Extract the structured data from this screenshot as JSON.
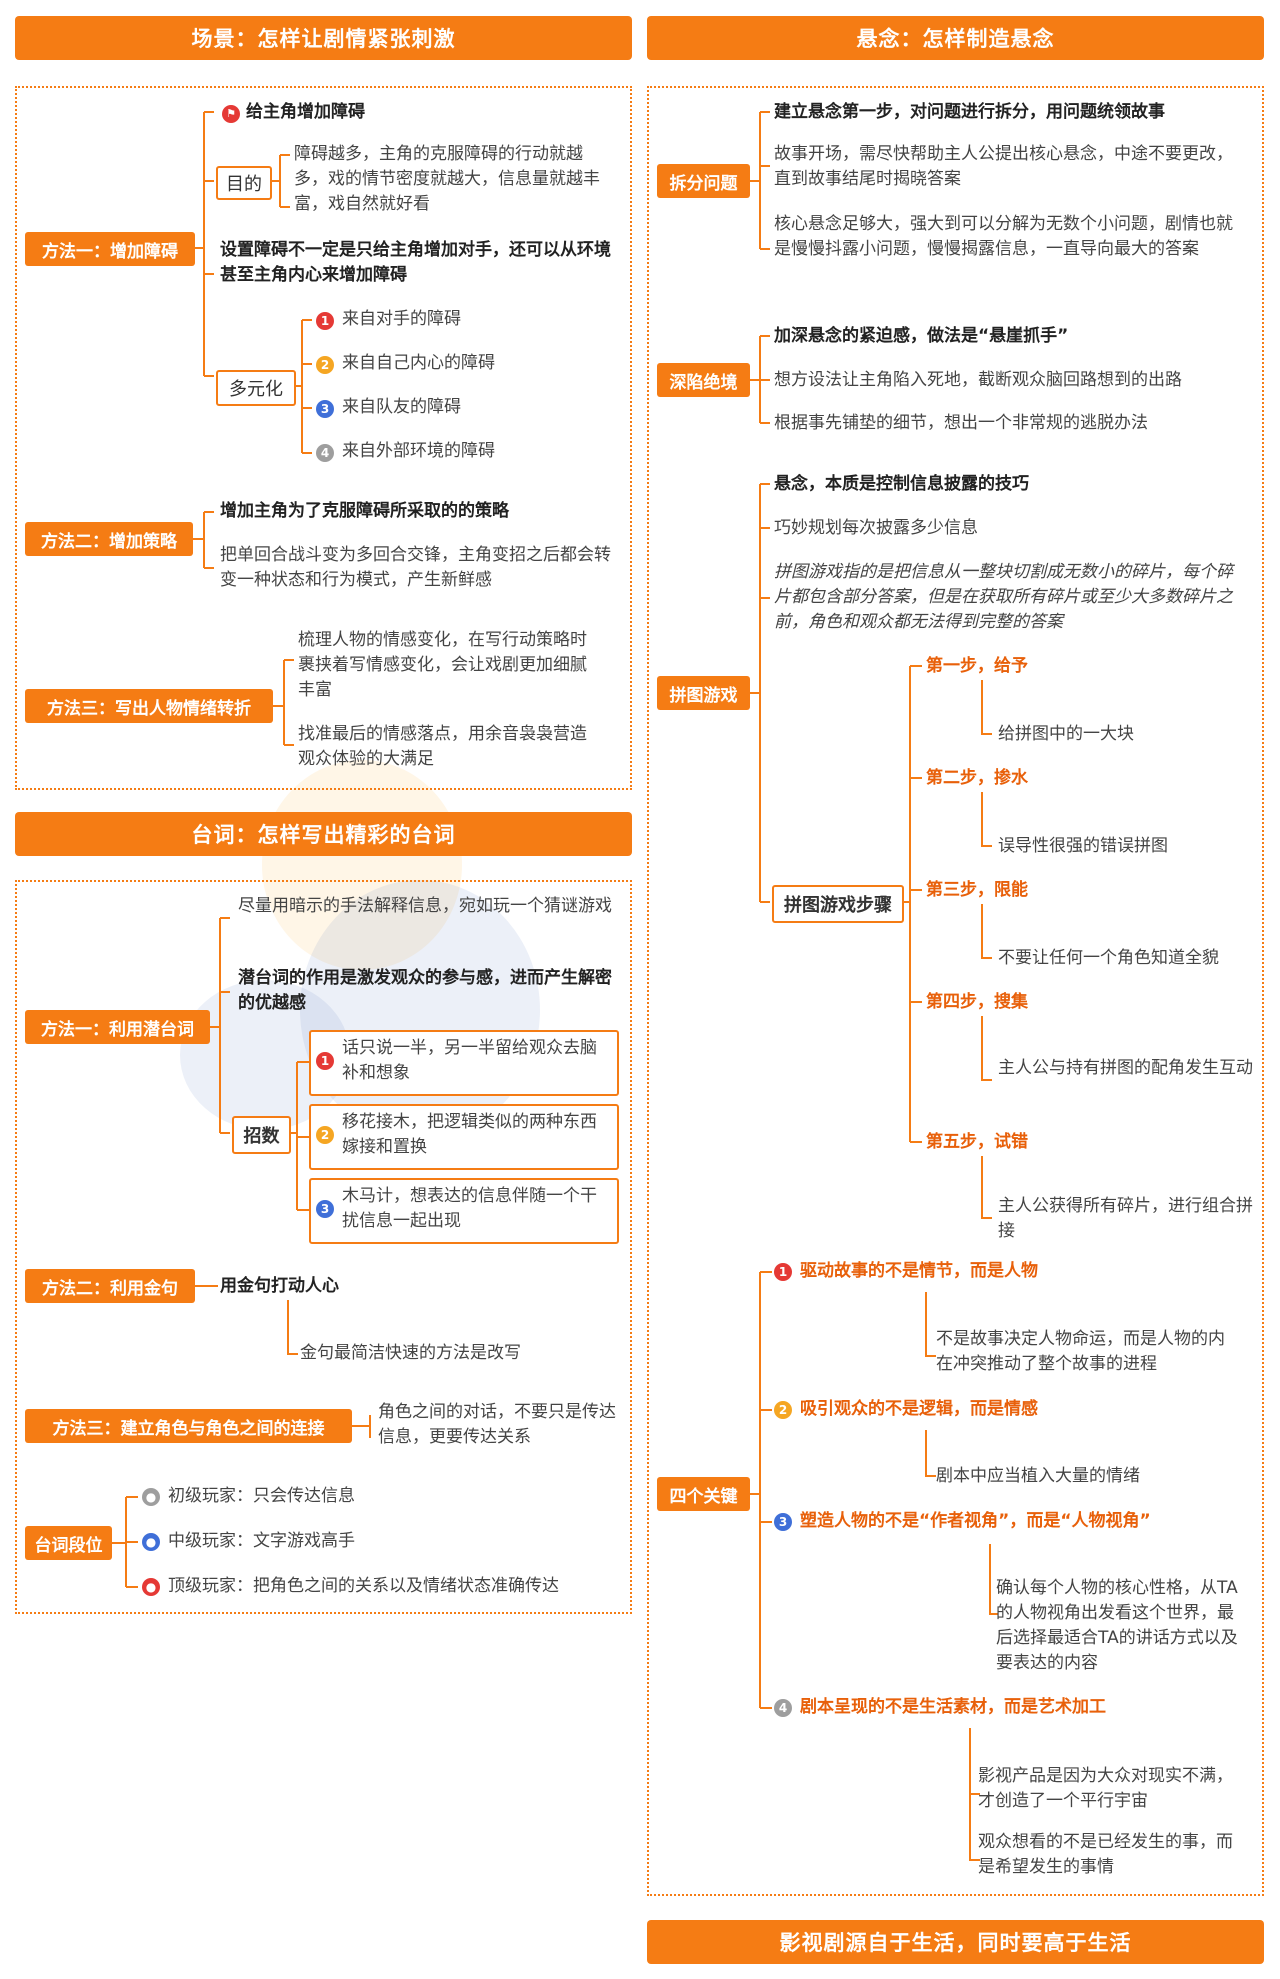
{
  "headers": {
    "scene": "场景：怎样让剧情紧张刺激",
    "suspense": "悬念：怎样制造悬念",
    "dialogue": "台词：怎样写出精彩的台词",
    "footer": "影视剧源自于生活，同时要高于生活"
  },
  "scene": {
    "m1": {
      "label": "方法一：增加障碍",
      "goal_head": "给主角增加障碍",
      "purpose_tag": "目的",
      "purpose_text": "障碍越多，主角的克服障碍的行动就越多，戏的情节密度就越大，信息量就越丰富，戏自然就好看",
      "bold_note": "设置障碍不一定是只给主角增加对手，还可以从环境甚至主角内心来增加障碍",
      "diverse_tag": "多元化",
      "diverse_items": [
        "来自对手的障碍",
        "来自自己内心的障碍",
        "来自队友的障碍",
        "来自外部环境的障碍"
      ]
    },
    "m2": {
      "label": "方法二：增加策略",
      "head": "增加主角为了克服障碍所采取的的策略",
      "text": "把单回合战斗变为多回合交锋，主角变招之后都会转变一种状态和行为模式，产生新鲜感"
    },
    "m3": {
      "label": "方法三：写出人物情绪转折",
      "text1": "梳理人物的情感变化，在写行动策略时裹挟着写情感变化，会让戏剧更加细腻丰富",
      "text2": "找准最后的情感落点，用余音袅袅营造观众体验的大满足"
    }
  },
  "dialogue": {
    "m1": {
      "label": "方法一：利用潜台词",
      "text1": "尽量用暗示的手法解释信息，宛如玩一个猜谜游戏",
      "bold": "潜台词的作用是激发观众的参与感，进而产生解密的优越感",
      "moves_tag": "招数",
      "moves": [
        "话只说一半，另一半留给观众去脑补和想象",
        "移花接木，把逻辑类似的两种东西嫁接和置换",
        "木马计，想表达的信息伴随一个干扰信息一起出现"
      ]
    },
    "m2": {
      "label": "方法二：利用金句",
      "head": "用金句打动人心",
      "text": "金句最简洁快速的方法是改写"
    },
    "m3": {
      "label": "方法三：建立角色与角色之间的连接",
      "text": "角色之间的对话，不要只是传达信息，更要传达关系"
    },
    "levels": {
      "label": "台词段位",
      "items": [
        "初级玩家：只会传达信息",
        "中级玩家：文字游戏高手",
        "顶级玩家：把角色之间的关系以及情绪状态准确传达"
      ]
    }
  },
  "suspense": {
    "split": {
      "label": "拆分问题",
      "head": "建立悬念第一步，对问题进行拆分，用问题统领故事",
      "text1": "故事开场，需尽快帮助主人公提出核心悬念，中途不要更改，直到故事结尾时揭晓答案",
      "text2": "核心悬念足够大，强大到可以分解为无数个小问题，剧情也就是慢慢抖露小问题，慢慢揭露信息，一直导向最大的答案"
    },
    "trap": {
      "label": "深陷绝境",
      "head": "加深悬念的紧迫感，做法是“悬崖抓手”",
      "text1": "想方设法让主角陷入死地，截断观众脑回路想到的出路",
      "text2": "根据事先铺垫的细节，想出一个非常规的逃脱办法"
    },
    "puzzle": {
      "label": "拼图游戏",
      "head": "悬念，本质是控制信息披露的技巧",
      "text1": "巧妙规划每次披露多少信息",
      "italic": "拼图游戏指的是把信息从一整块切割成无数小的碎片，每个碎片都包含部分答案，但是在获取所有碎片或至少大多数碎片之前，角色和观众都无法得到完整的答案",
      "steps_tag": "拼图游戏步骤",
      "steps": [
        {
          "title": "第一步，给予",
          "text": "给拼图中的一大块"
        },
        {
          "title": "第二步，掺水",
          "text": "误导性很强的错误拼图"
        },
        {
          "title": "第三步，限能",
          "text": "不要让任何一个角色知道全貌"
        },
        {
          "title": "第四步，搜集",
          "text": "主人公与持有拼图的配角发生互动"
        },
        {
          "title": "第五步，试错",
          "text": "主人公获得所有碎片，进行组合拼接"
        }
      ]
    },
    "keys": {
      "label": "四个关键",
      "items": [
        {
          "title": "驱动故事的不是情节，而是人物",
          "text": "不是故事决定人物命运，而是人物的内在冲突推动了整个故事的进程"
        },
        {
          "title": "吸引观众的不是逻辑，而是情感",
          "text": "剧本中应当植入大量的情绪"
        },
        {
          "title": "塑造人物的不是“作者视角”，而是“人物视角”",
          "text": "确认每个人物的核心性格，从TA的人物视角出发看这个世界，最后选择最适合TA的讲话方式以及要表达的内容"
        },
        {
          "title": "剧本呈现的不是生活素材，而是艺术加工",
          "text": "影视产品是因为大众对现实不满，才创造了一个平行宇宙",
          "text2": "观众想看的不是已经发生的事，而是希望发生的事情"
        }
      ]
    }
  }
}
